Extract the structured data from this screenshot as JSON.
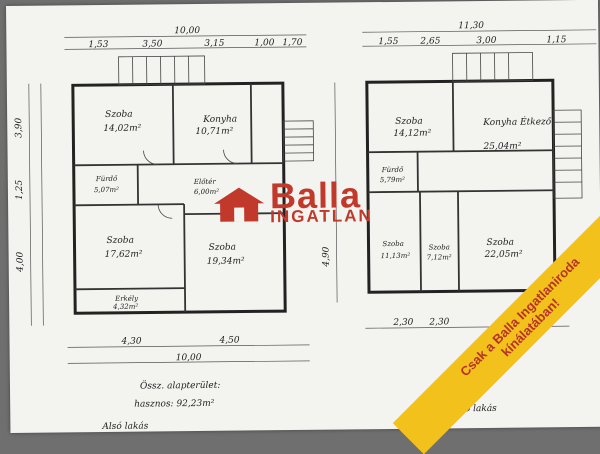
{
  "left_plan": {
    "top_total": "10,00",
    "top_segments": [
      "1,53",
      "3,50",
      "3,15",
      "1,00",
      "1,70"
    ],
    "side_dims": [
      "3,90",
      "1,25",
      "4,00"
    ],
    "rooms": [
      {
        "name": "Szoba",
        "area": "14,02m²"
      },
      {
        "name": "Konyha",
        "area": "10,71m²"
      },
      {
        "name": "Fürdő",
        "area": "5,07m²"
      },
      {
        "name": "Előtér",
        "area": "6,00m²"
      },
      {
        "name": "Szoba",
        "area": "17,62m²"
      },
      {
        "name": "Szoba",
        "area": "19,34m²"
      },
      {
        "name": "Erkély",
        "area": "4,32m²"
      }
    ],
    "bottom_segments": [
      "4,30",
      "4,50"
    ],
    "bottom_total": "10,00",
    "notes": [
      "Össz. alapterület:",
      "hasznos: 92,23m²",
      "Alsó lakás"
    ]
  },
  "right_plan": {
    "top_total": "11,30",
    "top_segments": [
      "1,55",
      "2,65",
      "3,00",
      "1,15"
    ],
    "side_dims": [
      "4,90"
    ],
    "rooms": [
      {
        "name": "Szoba",
        "area": "14,12m²"
      },
      {
        "name": "Konyha Étkező",
        "area": "25,04m²"
      },
      {
        "name": "Fürdő",
        "area": "5,79m²"
      },
      {
        "name": "Szoba",
        "area": "11,13m²"
      },
      {
        "name": "Szoba",
        "area": "7,12m²"
      },
      {
        "name": "Szoba",
        "area": "22,05m²"
      }
    ],
    "bottom_segments": [
      "2,30",
      "2,30"
    ],
    "notes": [
      "Felső lakás"
    ]
  },
  "logo": {
    "brand": "Balla",
    "sub": "INGATLAN",
    "color": "#c0392b"
  },
  "banner": {
    "line1": "Csak a Balla Ingatlaniroda",
    "line2": "kínálatában!",
    "bg": "#f2c11c",
    "fg": "#b8322a"
  }
}
